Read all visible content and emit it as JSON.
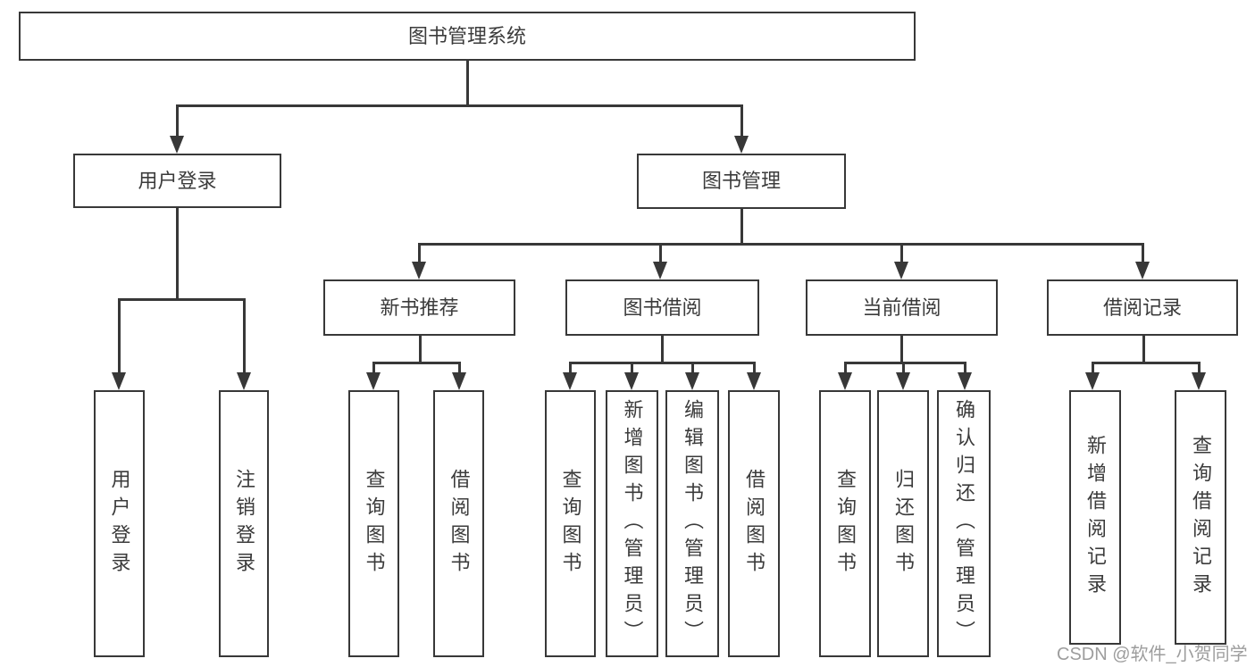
{
  "title": {
    "label": "图书管理系统"
  },
  "nodes": {
    "level2": [
      {
        "label": "用户登录"
      },
      {
        "label": "图书管理"
      }
    ],
    "level3": [
      {
        "label": "新书推荐"
      },
      {
        "label": "图书借阅"
      },
      {
        "label": "当前借阅"
      },
      {
        "label": "借阅记录"
      }
    ],
    "leaves": [
      {
        "label": "用户登录"
      },
      {
        "label": "注销登录"
      },
      {
        "label": "查询图书"
      },
      {
        "label": "借阅图书"
      },
      {
        "label": "查询图书"
      },
      {
        "label": "新增图书（管理员）"
      },
      {
        "label": "编辑图书（管理员）"
      },
      {
        "label": "借阅图书"
      },
      {
        "label": "查询图书"
      },
      {
        "label": "归还图书"
      },
      {
        "label": "确认归还（管理员）"
      },
      {
        "label": "新增借阅记录"
      },
      {
        "label": "查询借阅记录"
      }
    ]
  },
  "watermark": {
    "text": "CSDN @软件_小贺同学"
  },
  "colors": {
    "line": "#383838",
    "text": "#3b3b3b",
    "background": "#ffffff",
    "watermark": "#9d9d9d"
  }
}
